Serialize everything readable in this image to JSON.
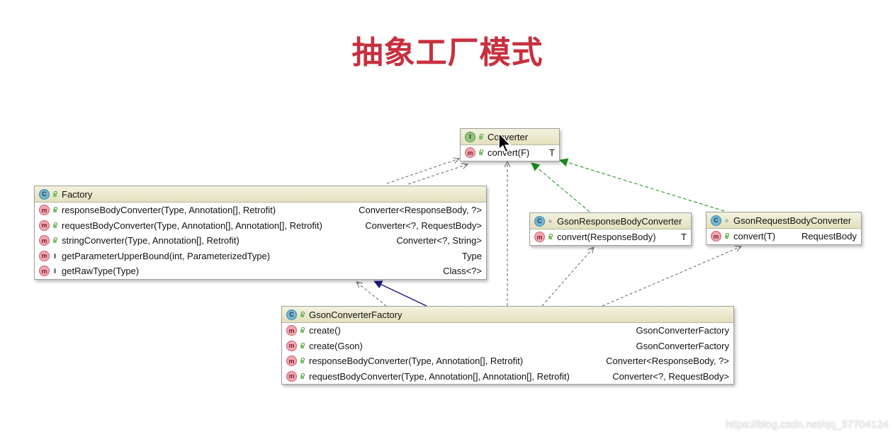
{
  "title": "抽象工厂模式",
  "classes": {
    "converter": {
      "kind": "I",
      "name": "Converter",
      "methods": [
        {
          "sig": "convert(F)",
          "ret": "T"
        }
      ]
    },
    "factory": {
      "kind": "C",
      "name": "Factory",
      "methods": [
        {
          "sig": "responseBodyConverter(Type, Annotation[], Retrofit)",
          "ret": "Converter<ResponseBody, ?>"
        },
        {
          "sig": "requestBodyConverter(Type, Annotation[], Annotation[], Retrofit)",
          "ret": "Converter<?, RequestBody>"
        },
        {
          "sig": "stringConverter(Type, Annotation[], Retrofit)",
          "ret": "Converter<?, String>"
        },
        {
          "sig": "getParameterUpperBound(int, ParameterizedType)",
          "ret": "Type"
        },
        {
          "sig": "getRawType(Type)",
          "ret": "Class<?>"
        }
      ]
    },
    "gson_response": {
      "kind": "C",
      "name": "GsonResponseBodyConverter",
      "methods": [
        {
          "sig": "convert(ResponseBody)",
          "ret": "T"
        }
      ]
    },
    "gson_request": {
      "kind": "C",
      "name": "GsonRequestBodyConverter",
      "methods": [
        {
          "sig": "convert(T)",
          "ret": "RequestBody"
        }
      ]
    },
    "gson_factory": {
      "kind": "C",
      "name": "GsonConverterFactory",
      "methods": [
        {
          "sig": "create()",
          "ret": "GsonConverterFactory"
        },
        {
          "sig": "create(Gson)",
          "ret": "GsonConverterFactory"
        },
        {
          "sig": "responseBodyConverter(Type, Annotation[], Retrofit)",
          "ret": "Converter<ResponseBody, ?>"
        },
        {
          "sig": "requestBodyConverter(Type, Annotation[], Annotation[], Retrofit)",
          "ret": "Converter<?, RequestBody>"
        }
      ]
    }
  },
  "watermark": "https://blog.csdn.net/qq_37704124",
  "colors": {
    "title": "#c8303f",
    "implements_edge": "#1a8a1a",
    "extends_edge": "#1a1a80",
    "dependency_edge": "#666666"
  }
}
